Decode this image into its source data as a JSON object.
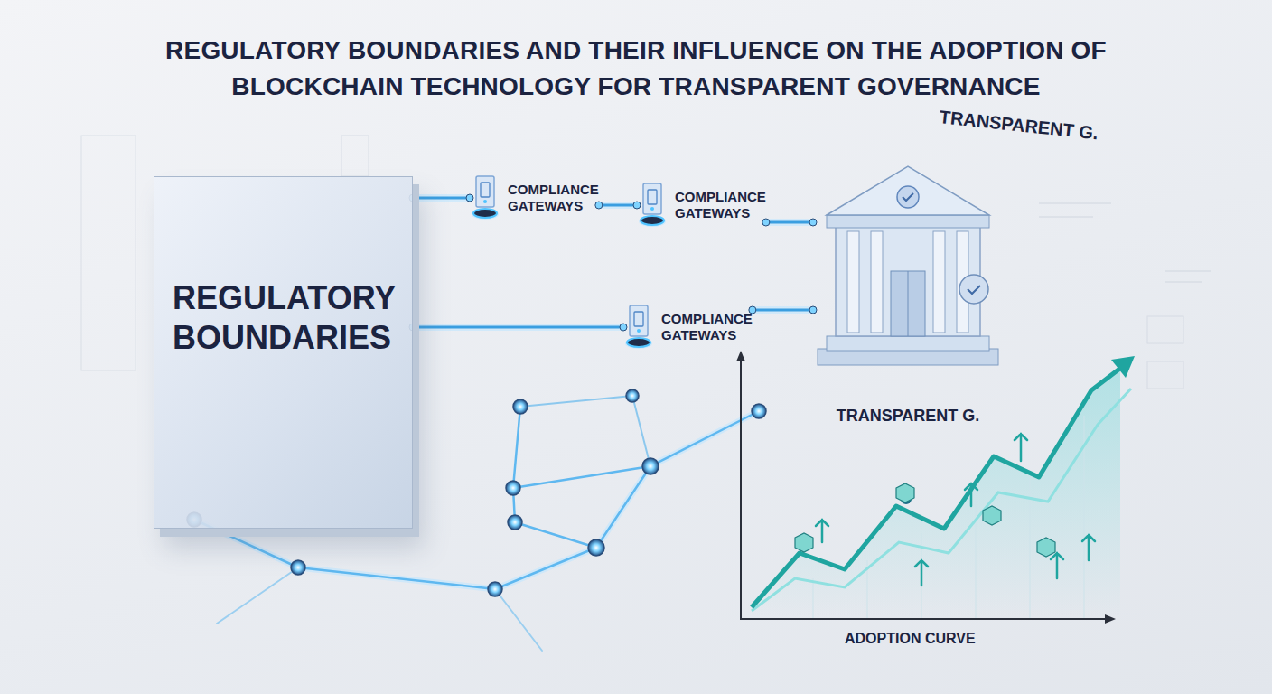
{
  "diagram": {
    "title": "REGULATORY BOUNDARIES AND THEIR INFLUENCE ON THE ADOPTION OF BLOCKCHAIN TECHNOLOGY FOR TRANSPARENT GOVERNANCE",
    "nodes": [
      {
        "text": [
          "REGULATORY BOUNDARIES"
        ]
      },
      {
        "text": [
          "COMPLIANCE GATEWAYS"
        ]
      },
      {
        "text": [
          "COMPLIANCE GATEWAYS"
        ]
      },
      {
        "text": [
          "COMPLIANCE GATEWAYS"
        ]
      },
      {
        "text": [
          "TRANSPARENT G."
        ]
      }
    ],
    "edges": [
      {
        "from": 0,
        "to": 1,
        "arrow": "none"
      },
      {
        "from": 1,
        "to": 2,
        "arrow": "none"
      },
      {
        "from": 2,
        "to": 4,
        "arrow": "none"
      },
      {
        "from": 0,
        "to": 3,
        "arrow": "none"
      },
      {
        "from": 3,
        "to": 4,
        "arrow": "none"
      }
    ],
    "labels": [
      "TRANSPARENT G.",
      "ADOPTION CURVE"
    ]
  }
}
